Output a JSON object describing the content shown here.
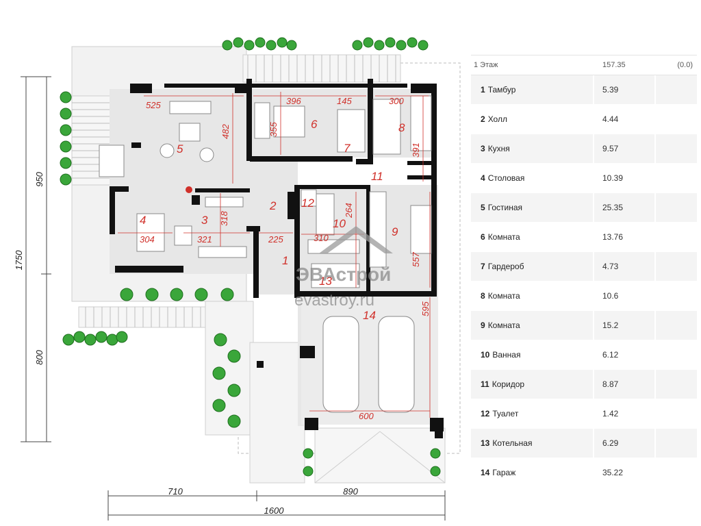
{
  "dimensions": {
    "width_950": "950",
    "height_1750": "1750",
    "height_800": "800",
    "width_710": "710",
    "width_890": "890",
    "width_1600": "1600"
  },
  "inner_dimensions": {
    "d525": "525",
    "d482": "482",
    "d396": "396",
    "d355": "355",
    "d145": "145",
    "d300": "300",
    "d391": "391",
    "d318": "318",
    "d304": "304",
    "d321": "321",
    "d225": "225",
    "d310": "310",
    "d264": "264",
    "d557": "557",
    "d595": "595",
    "d600": "600"
  },
  "room_numbers": [
    "1",
    "2",
    "3",
    "4",
    "5",
    "6",
    "7",
    "8",
    "9",
    "10",
    "11",
    "12",
    "13",
    "14"
  ],
  "watermark": {
    "brand": "ЭВАстрой",
    "site": "evastroy.ru"
  },
  "table": {
    "header": {
      "floor": "1 Этаж",
      "total": "157.35",
      "level": "(0.0)"
    },
    "rows": [
      {
        "num": "1",
        "name": "Тамбур",
        "area": "5.39"
      },
      {
        "num": "2",
        "name": "Холл",
        "area": "4.44"
      },
      {
        "num": "3",
        "name": "Кухня",
        "area": "9.57"
      },
      {
        "num": "4",
        "name": "Столовая",
        "area": "10.39"
      },
      {
        "num": "5",
        "name": "Гостиная",
        "area": "25.35"
      },
      {
        "num": "6",
        "name": "Комната",
        "area": "13.76"
      },
      {
        "num": "7",
        "name": "Гардероб",
        "area": "4.73"
      },
      {
        "num": "8",
        "name": "Комната",
        "area": "10.6"
      },
      {
        "num": "9",
        "name": "Комната",
        "area": "15.2"
      },
      {
        "num": "10",
        "name": "Ванная",
        "area": "6.12"
      },
      {
        "num": "11",
        "name": "Коридор",
        "area": "8.87"
      },
      {
        "num": "12",
        "name": "Туалет",
        "area": "1.42"
      },
      {
        "num": "13",
        "name": "Котельная",
        "area": "6.29"
      },
      {
        "num": "14",
        "name": "Гараж",
        "area": "35.22"
      }
    ]
  },
  "colors": {
    "wall": "#111111",
    "room_fill": "#e6e6e6",
    "dimension_red": "#d0302a",
    "plant": "#3aa63a",
    "watermark": "#9a9a9a"
  }
}
